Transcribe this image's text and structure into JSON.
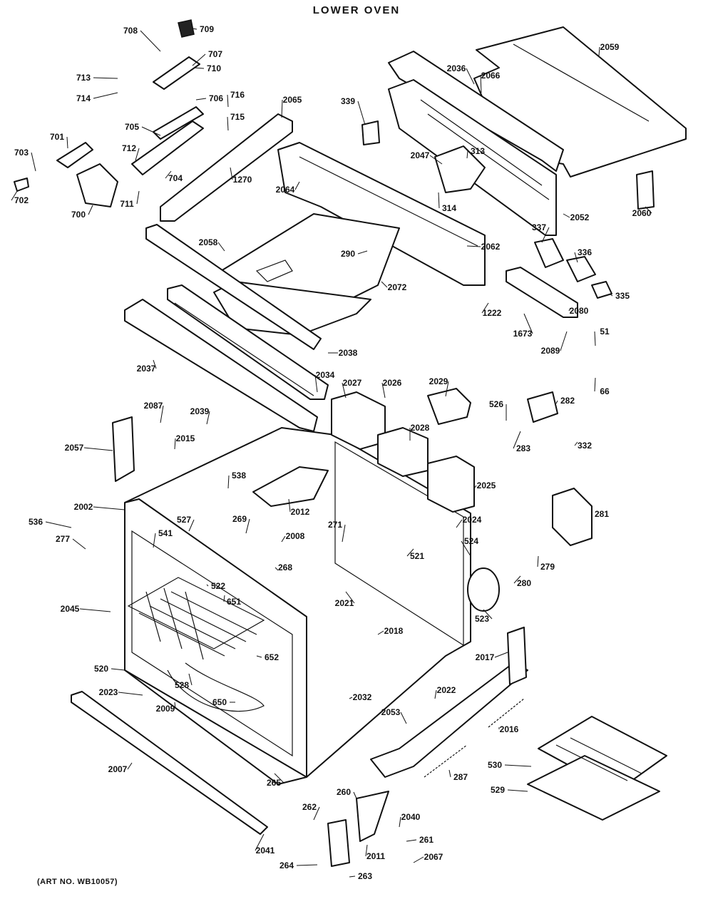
{
  "title": "LOWER OVEN",
  "art_number": "(ART NO. WB10057)",
  "callouts": [
    "708",
    "709",
    "707",
    "713",
    "710",
    "714",
    "706",
    "716",
    "715",
    "705",
    "701",
    "712",
    "703",
    "704",
    "702",
    "700",
    "711",
    "1270",
    "2065",
    "339",
    "2036",
    "2066",
    "2059",
    "2047",
    "313",
    "314",
    "2052",
    "2060",
    "2064",
    "2058",
    "290",
    "2062",
    "2072",
    "337",
    "336",
    "335",
    "1222",
    "1673",
    "2080",
    "2089",
    "51",
    "66",
    "2038",
    "2037",
    "2034",
    "2027",
    "2026",
    "2029",
    "2028",
    "526",
    "282",
    "283",
    "332",
    "2087",
    "2039",
    "2015",
    "2057",
    "538",
    "2025",
    "2002",
    "527",
    "2012",
    "269",
    "271",
    "2024",
    "281",
    "536",
    "277",
    "541",
    "524",
    "522",
    "2008",
    "268",
    "2021",
    "521",
    "279",
    "280",
    "651",
    "2045",
    "523",
    "2018",
    "652",
    "520",
    "528",
    "2017",
    "2023",
    "2009",
    "650",
    "2022",
    "2032",
    "2016",
    "2053",
    "2007",
    "287",
    "530",
    "265",
    "529",
    "260",
    "262",
    "2040",
    "2041",
    "2011",
    "261",
    "2067",
    "264",
    "263"
  ],
  "colors": {
    "ink": "#111111",
    "paper": "#ffffff"
  }
}
